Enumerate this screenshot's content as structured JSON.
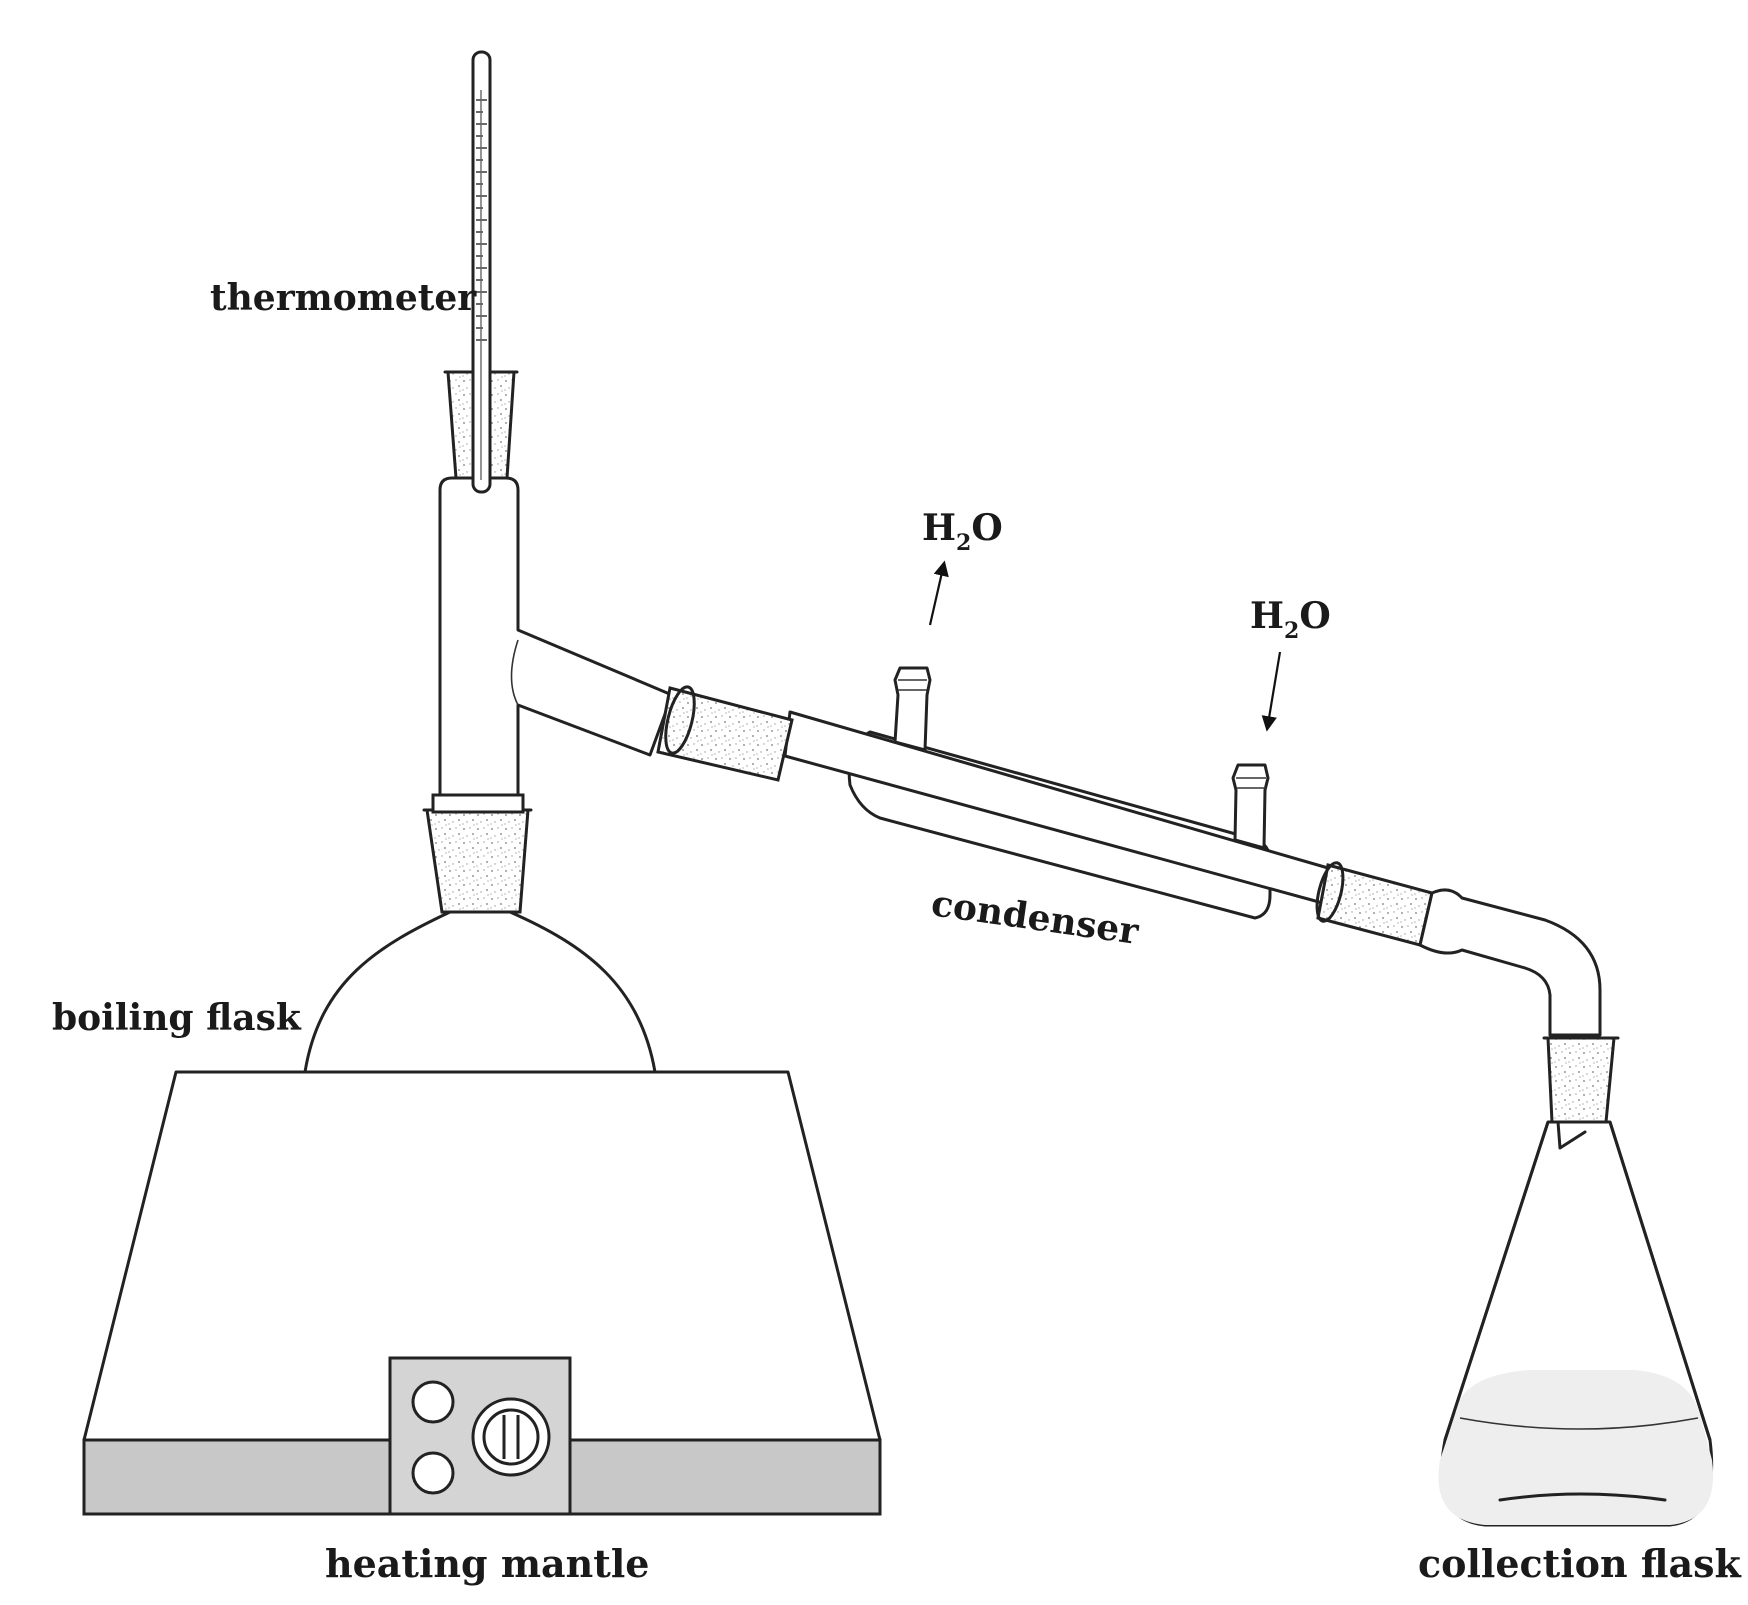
{
  "labels": {
    "thermometer": "thermometer",
    "boiling_flask": "boiling flask",
    "condenser": "condenser",
    "heating_mantle": "heating mantle",
    "collection_flask": "collection flask",
    "water_outlet": {
      "main": "H",
      "sub": "2",
      "tail": "O"
    },
    "water_inlet": {
      "main": "H",
      "sub": "2",
      "tail": "O"
    }
  },
  "colors": {
    "line": "#222222",
    "mantle_base": "#c8c8c8",
    "control_panel": "#d4d4d4",
    "liquid": "#eeeeee"
  },
  "icons": [
    "thermometer-icon",
    "round-bottom-flask-icon",
    "condenser-icon",
    "heating-mantle-icon",
    "erlenmeyer-flask-icon",
    "arrow-up-icon",
    "arrow-down-icon",
    "knob-icon"
  ]
}
